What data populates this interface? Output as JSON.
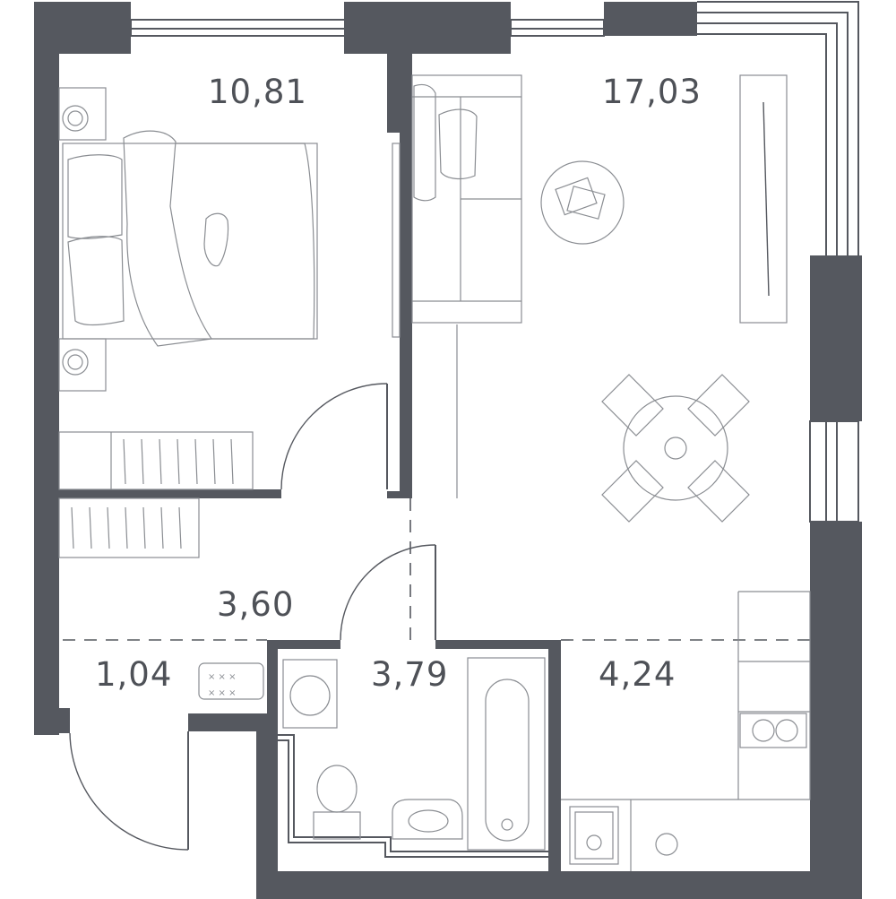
{
  "colors": {
    "wall": "#55585f",
    "furniture": "#8a8d92",
    "label": "#4e5157",
    "background": "#ffffff"
  },
  "rooms": [
    {
      "id": "bedroom",
      "area": "10,81"
    },
    {
      "id": "living",
      "area": "17,03"
    },
    {
      "id": "hall",
      "area": "3,60"
    },
    {
      "id": "entrance",
      "area": "1,04"
    },
    {
      "id": "bathroom",
      "area": "3,79"
    },
    {
      "id": "kitchen",
      "area": "4,24"
    }
  ]
}
